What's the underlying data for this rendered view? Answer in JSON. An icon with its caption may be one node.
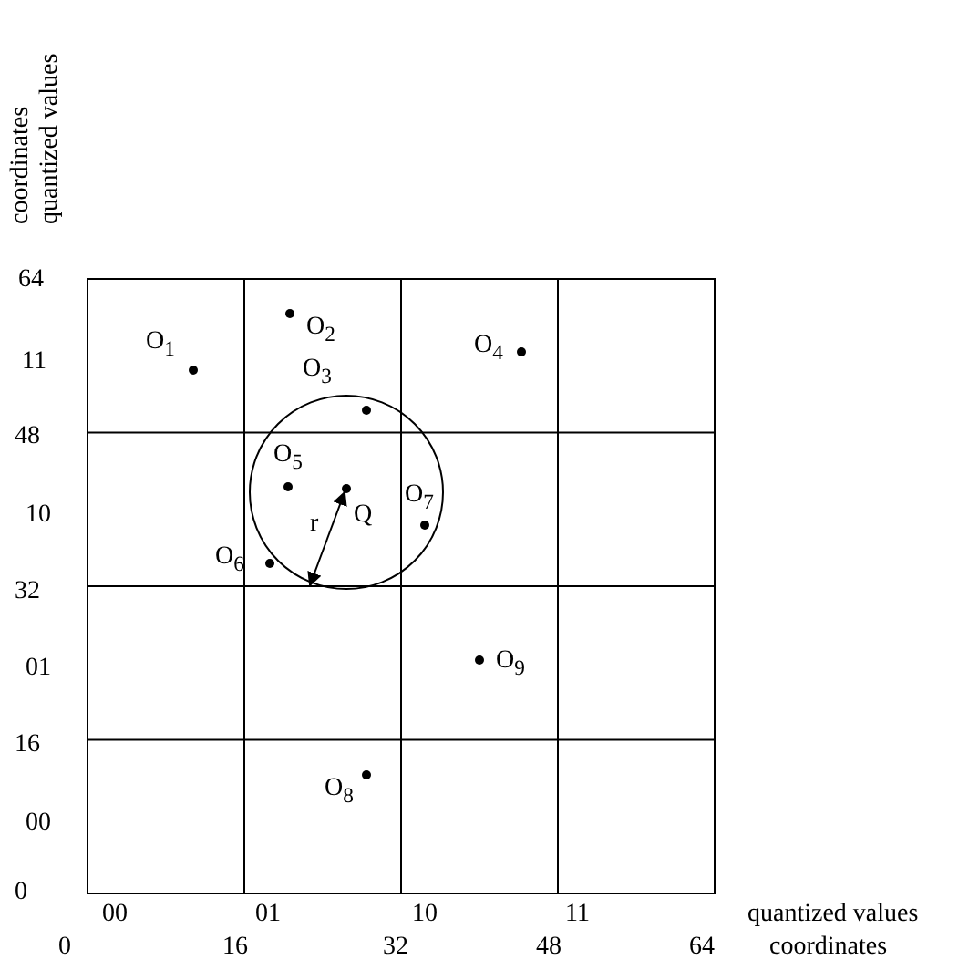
{
  "diagram": {
    "labels": [
      "coordinates",
      "quantized values",
      "64",
      "O$_{2}$",
      "11",
      "O$_{1}$",
      "O$_{4}$",
      "O$_{3}$",
      "48",
      "O$_{5}$",
      "Q",
      "O$_{7}$",
      "10",
      "r",
      "O$_{6}$",
      "32",
      "O$_{9}$",
      "01",
      "16",
      "O$_{8}$",
      "00",
      "0",
      "00",
      "01",
      "10",
      "11",
      "quantized values",
      "0",
      "16",
      "32",
      "48",
      "64",
      "coordinates"
    ]
  }
}
